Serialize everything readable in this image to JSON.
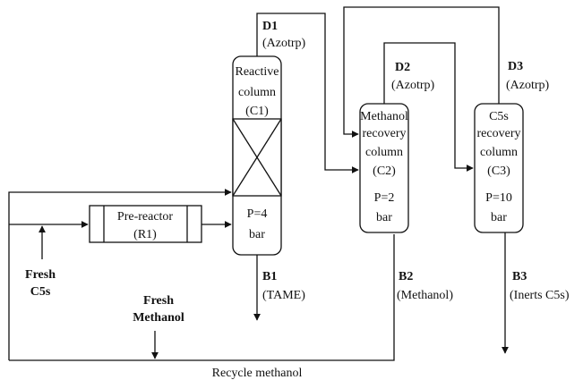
{
  "streams": {
    "d1": {
      "name": "D1",
      "desc": "(Azotrp)"
    },
    "d2": {
      "name": "D2",
      "desc": "(Azotrp)"
    },
    "d3": {
      "name": "D3",
      "desc": "(Azotrp)"
    },
    "b1": {
      "name": "B1",
      "desc": "(TAME)"
    },
    "b2": {
      "name": "B2",
      "desc": "(Methanol)"
    },
    "b3": {
      "name": "B3",
      "desc": "(Inerts C5s)"
    }
  },
  "reactive_column": {
    "line1": "Reactive",
    "line2": "column",
    "line3": "(C1)",
    "pressure": "P=4",
    "unit": "bar"
  },
  "methanol_column": {
    "line1": "Methanol",
    "line2": "recovery",
    "line3": "column",
    "line4": "(C2)",
    "pressure": "P=2",
    "unit": "bar"
  },
  "c5s_column": {
    "line1": "C5s",
    "line2": "recovery",
    "line3": "column",
    "line4": "(C3)",
    "pressure": "P=10",
    "unit": "bar"
  },
  "pre_reactor": {
    "line1": "Pre-reactor",
    "line2": "(R1)"
  },
  "feeds": {
    "c5s": {
      "line1": "Fresh",
      "line2": "C5s"
    },
    "methanol": {
      "line1": "Fresh",
      "line2": "Methanol"
    }
  },
  "recycle_label": "Recycle methanol"
}
